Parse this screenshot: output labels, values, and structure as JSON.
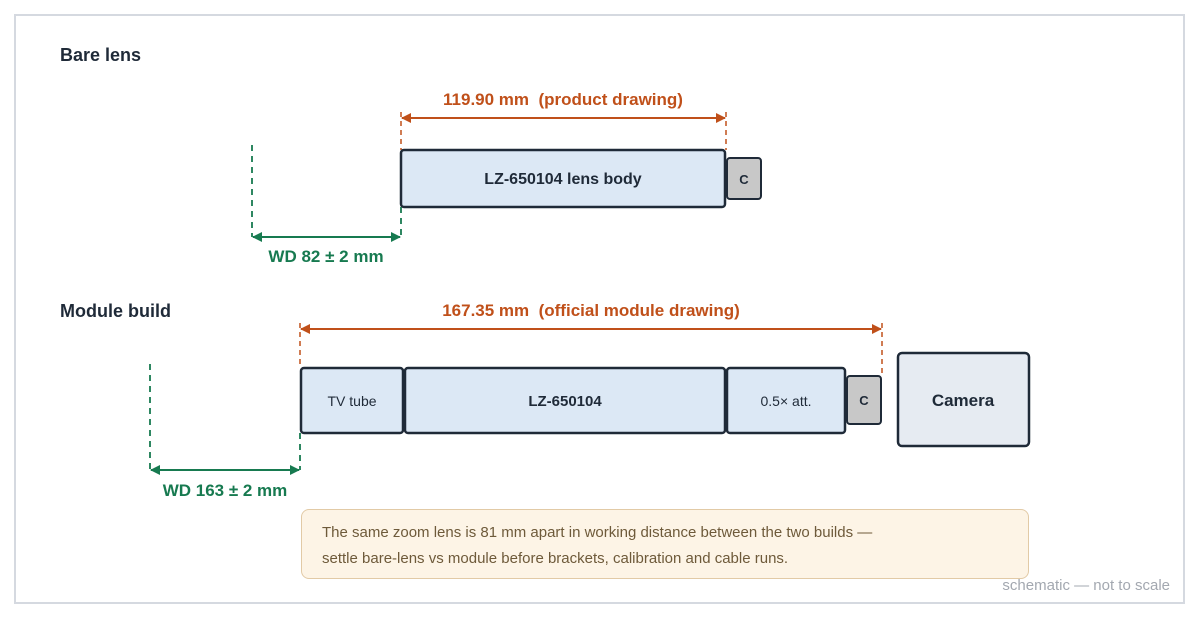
{
  "sections": {
    "bare": {
      "title": "Bare lens",
      "length_label": "119.90 mm  (product drawing)",
      "body_label": "LZ-650104 lens body",
      "mount_label": "C",
      "wd_label": "WD 82 ± 2 mm"
    },
    "module": {
      "title": "Module build",
      "length_label": "167.35 mm  (official module drawing)",
      "tube_label": "TV tube",
      "lens_label": "LZ-650104",
      "att_label": "0.5× att.",
      "mount_label": "C",
      "camera_label": "Camera",
      "wd_label": "WD 163 ± 2 mm"
    }
  },
  "note": {
    "line1": "The same zoom lens is 81 mm apart in working distance between the two builds —",
    "line2": "settle bare-lens vs module before brackets, calibration and cable runs."
  },
  "footer": "schematic — not to scale",
  "colors": {
    "dimension_orange": "#c0501a",
    "wd_green": "#177a50",
    "part_fill": "#dce8f5",
    "mount_fill": "#c8c8c8",
    "camera_fill": "#e6ebf2",
    "outline": "#1f2a38",
    "note_bg": "#fdf4e6"
  }
}
